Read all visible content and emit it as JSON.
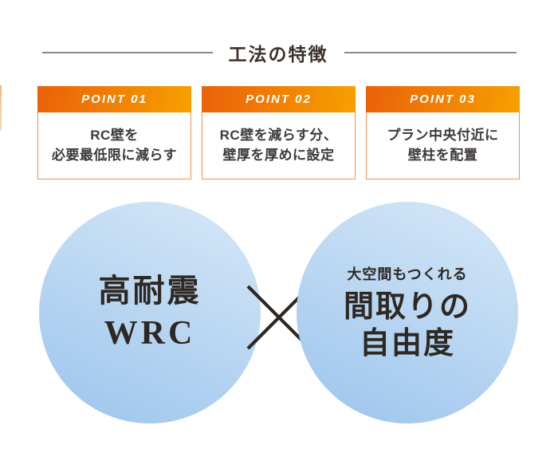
{
  "header": {
    "title": "工法の特徴"
  },
  "points": [
    {
      "label": "POINT 01",
      "lines": [
        "RC壁を",
        "必要最低限に減らす"
      ]
    },
    {
      "label": "POINT 02",
      "lines": [
        "RC壁を減らす分、",
        "壁厚を厚めに設定"
      ]
    },
    {
      "label": "POINT 03",
      "lines": [
        "プラン中央付近に",
        "壁柱を配置"
      ]
    }
  ],
  "diagram": {
    "left_circle": {
      "line1": "高耐震",
      "line2": "WRC"
    },
    "operator": "×",
    "right_circle": {
      "subtitle": "大空間もつくれる",
      "line1": "間取りの",
      "line2": "自由度"
    }
  },
  "colors": {
    "header_gradient_start": "#ea6109",
    "header_gradient_end": "#f7a000",
    "card_border": "#f0914c",
    "circle_gradient_light": "#d6e8f8",
    "circle_gradient_dark": "#9cc4ed",
    "title_rule_gray": "#8a8a8a",
    "body_text": "#3e3a39",
    "circle_text": "#2e2823",
    "cross_stroke": "#2e2823",
    "point_label_text": "#ffffff"
  }
}
